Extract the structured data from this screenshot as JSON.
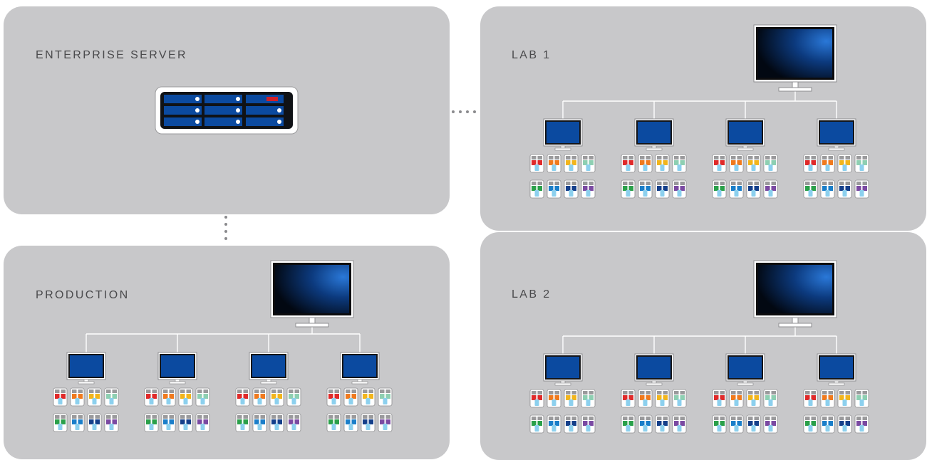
{
  "zones": {
    "enterprise_server": {
      "title": "ENTERPRISE SERVER"
    },
    "lab1": {
      "title": "LAB 1"
    },
    "production": {
      "title": "PRODUCTION"
    },
    "lab2": {
      "title": "LAB 2"
    }
  },
  "colors": {
    "panel": "#c8c8ca",
    "title": "#4a4a4c",
    "screen_blue": "#0b4aa0",
    "connector": "#ffffff",
    "server_indicator": "#d0202a",
    "module_colors_row1": [
      "#e02a2a",
      "#f07a1e",
      "#f2b51c",
      "#8ecfb2"
    ],
    "module_colors_row2": [
      "#2aa04a",
      "#1a7ec9",
      "#143f8a",
      "#7a4aa2"
    ]
  },
  "icons": [
    "server-rack-icon",
    "master-monitor-icon",
    "workstation-monitor-icon",
    "device-module-icon"
  ]
}
